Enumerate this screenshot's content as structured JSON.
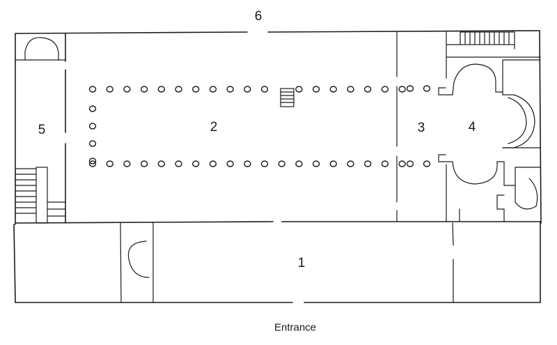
{
  "labels": {
    "area_1": "1",
    "area_2": "2",
    "area_3": "3",
    "area_4": "4",
    "area_5": "5",
    "area_6": "6"
  },
  "caption": "Entrance",
  "colors": {
    "ink": "#1a1a1a",
    "paper": "#ffffff"
  },
  "colonnade": {
    "top_row_columns": 19,
    "bottom_row_columns": 19,
    "west_end_columns": 4
  }
}
